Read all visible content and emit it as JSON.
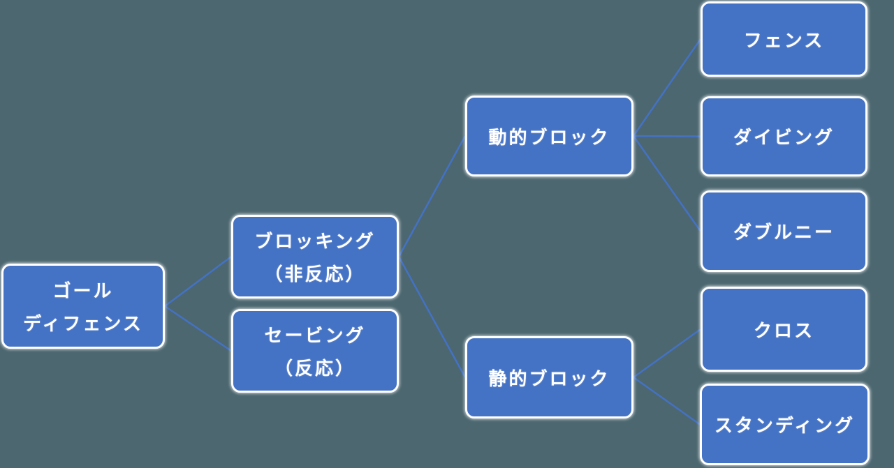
{
  "colors": {
    "background": "#4c6770",
    "box_fill": "#4472c4",
    "box_border": "#ffffff",
    "line": "#4472c4",
    "text": "#ffffff"
  },
  "nodes": {
    "goal_defense": {
      "lines": [
        "ゴール",
        "ディフェンス"
      ]
    },
    "blocking": {
      "lines": [
        "ブロッキング",
        "（非反応）"
      ]
    },
    "saving": {
      "lines": [
        "セービング",
        "（反応）"
      ]
    },
    "dynamic_block": {
      "lines": [
        "動的ブロック"
      ]
    },
    "static_block": {
      "lines": [
        "静的ブロック"
      ]
    },
    "fence": {
      "lines": [
        "フェンス"
      ]
    },
    "diving": {
      "lines": [
        "ダイビング"
      ]
    },
    "double_knee": {
      "lines": [
        "ダブルニー"
      ]
    },
    "cross": {
      "lines": [
        "クロス"
      ]
    },
    "standing": {
      "lines": [
        "スタンディング"
      ]
    }
  },
  "edges": [
    {
      "from": "goal_defense",
      "to": "blocking"
    },
    {
      "from": "goal_defense",
      "to": "saving"
    },
    {
      "from": "blocking",
      "to": "dynamic_block"
    },
    {
      "from": "blocking",
      "to": "static_block"
    },
    {
      "from": "dynamic_block",
      "to": "fence"
    },
    {
      "from": "dynamic_block",
      "to": "diving"
    },
    {
      "from": "dynamic_block",
      "to": "double_knee"
    },
    {
      "from": "static_block",
      "to": "cross"
    },
    {
      "from": "static_block",
      "to": "standing"
    }
  ]
}
